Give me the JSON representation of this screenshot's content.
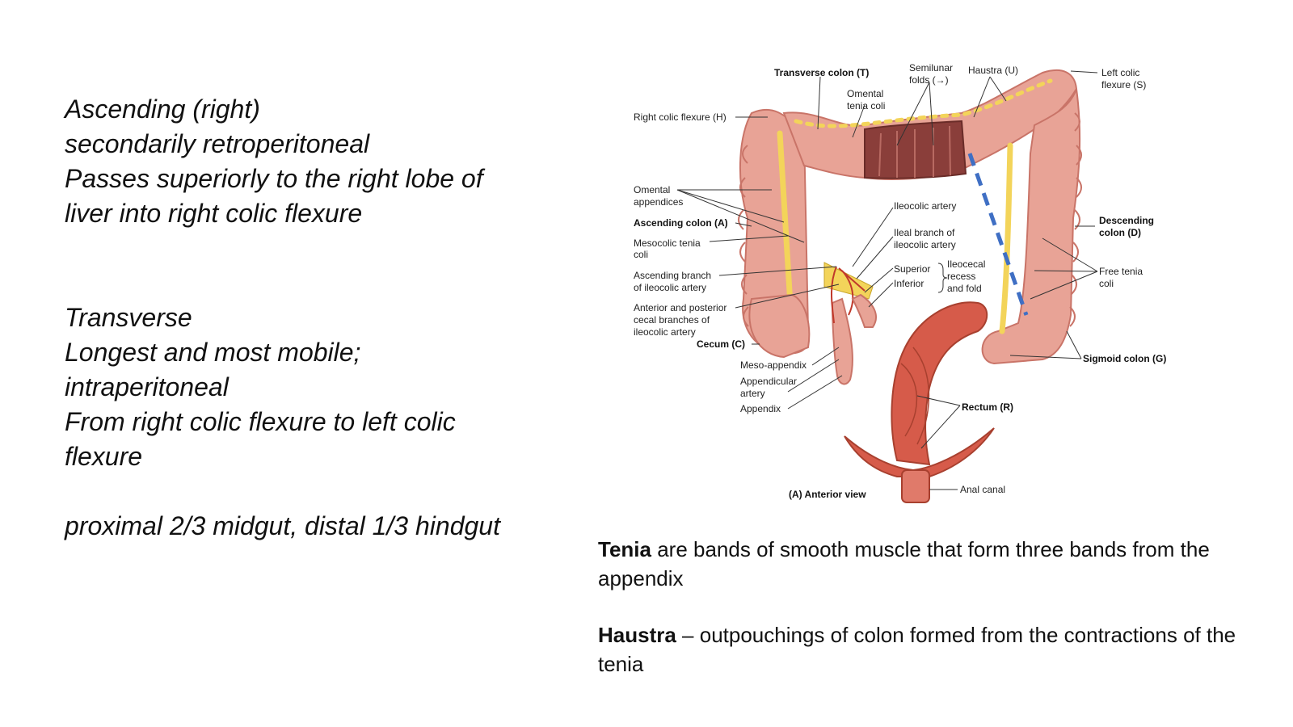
{
  "left_text": {
    "ascending": [
      "Ascending (right)",
      "secondarily retroperitoneal",
      "Passes superiorly to the right lobe of",
      "liver into right colic flexure"
    ],
    "transverse": [
      "Transverse",
      "Longest and most mobile;",
      "intraperitoneal",
      "From right colic flexure to left colic",
      "flexure"
    ],
    "origin": "proximal 2/3 midgut, distal 1/3 hindgut"
  },
  "diagram": {
    "caption": "(A) Anterior view",
    "labels": {
      "transverse_colon": "Transverse colon (T)",
      "semilunar_folds_1": "Semilunar",
      "semilunar_folds_2": "folds (→)",
      "haustra": "Haustra (U)",
      "left_colic_flexure_1": "Left colic",
      "left_colic_flexure_2": "flexure (S)",
      "omental_tenia_1": "Omental",
      "omental_tenia_2": "tenia coli",
      "right_colic_flexure": "Right colic flexure (H)",
      "omental_appendices_1": "Omental",
      "omental_appendices_2": "appendices",
      "ascending_colon": "Ascending colon (A)",
      "mesocolic_tenia_1": "Mesocolic tenia",
      "mesocolic_tenia_2": "coli",
      "ascending_branch_1": "Ascending branch",
      "ascending_branch_2": "of ileocolic artery",
      "cecal_branches_1": "Anterior and posterior",
      "cecal_branches_2": "cecal branches of",
      "cecal_branches_3": "ileocolic artery",
      "cecum": "Cecum (C)",
      "meso_appendix": "Meso-appendix",
      "appendicular_artery_1": "Appendicular",
      "appendicular_artery_2": "artery",
      "appendix": "Appendix",
      "ileocolic_artery": "Ileocolic artery",
      "ileal_branch_1": "Ileal branch of",
      "ileal_branch_2": "ileocolic artery",
      "superior": "Superior",
      "inferior": "Inferior",
      "ileocecal_1": "Ileocecal",
      "ileocecal_2": "recess",
      "ileocecal_3": "and fold",
      "descending_colon_1": "Descending",
      "descending_colon_2": "colon (D)",
      "free_tenia_1": "Free tenia",
      "free_tenia_2": "coli",
      "sigmoid_colon": "Sigmoid colon (G)",
      "rectum": "Rectum (R)",
      "anal_canal": "Anal canal"
    }
  },
  "definitions": {
    "tenia_term": "Tenia",
    "tenia_text_1": " are bands of smooth muscle that form three bands from the",
    "tenia_text_2": "appendix",
    "haustra_term": "Haustra",
    "haustra_text_1": " – outpouchings of colon formed from the contractions of the",
    "haustra_text_2": "tenia"
  },
  "colors": {
    "colon_fill": "#e8a396",
    "colon_dark": "#c97468",
    "fat_yellow": "#f3d45a",
    "rectum_red": "#d65b4a",
    "interior": "#8a3e3a",
    "dashed_line": "#3f6fc4"
  }
}
